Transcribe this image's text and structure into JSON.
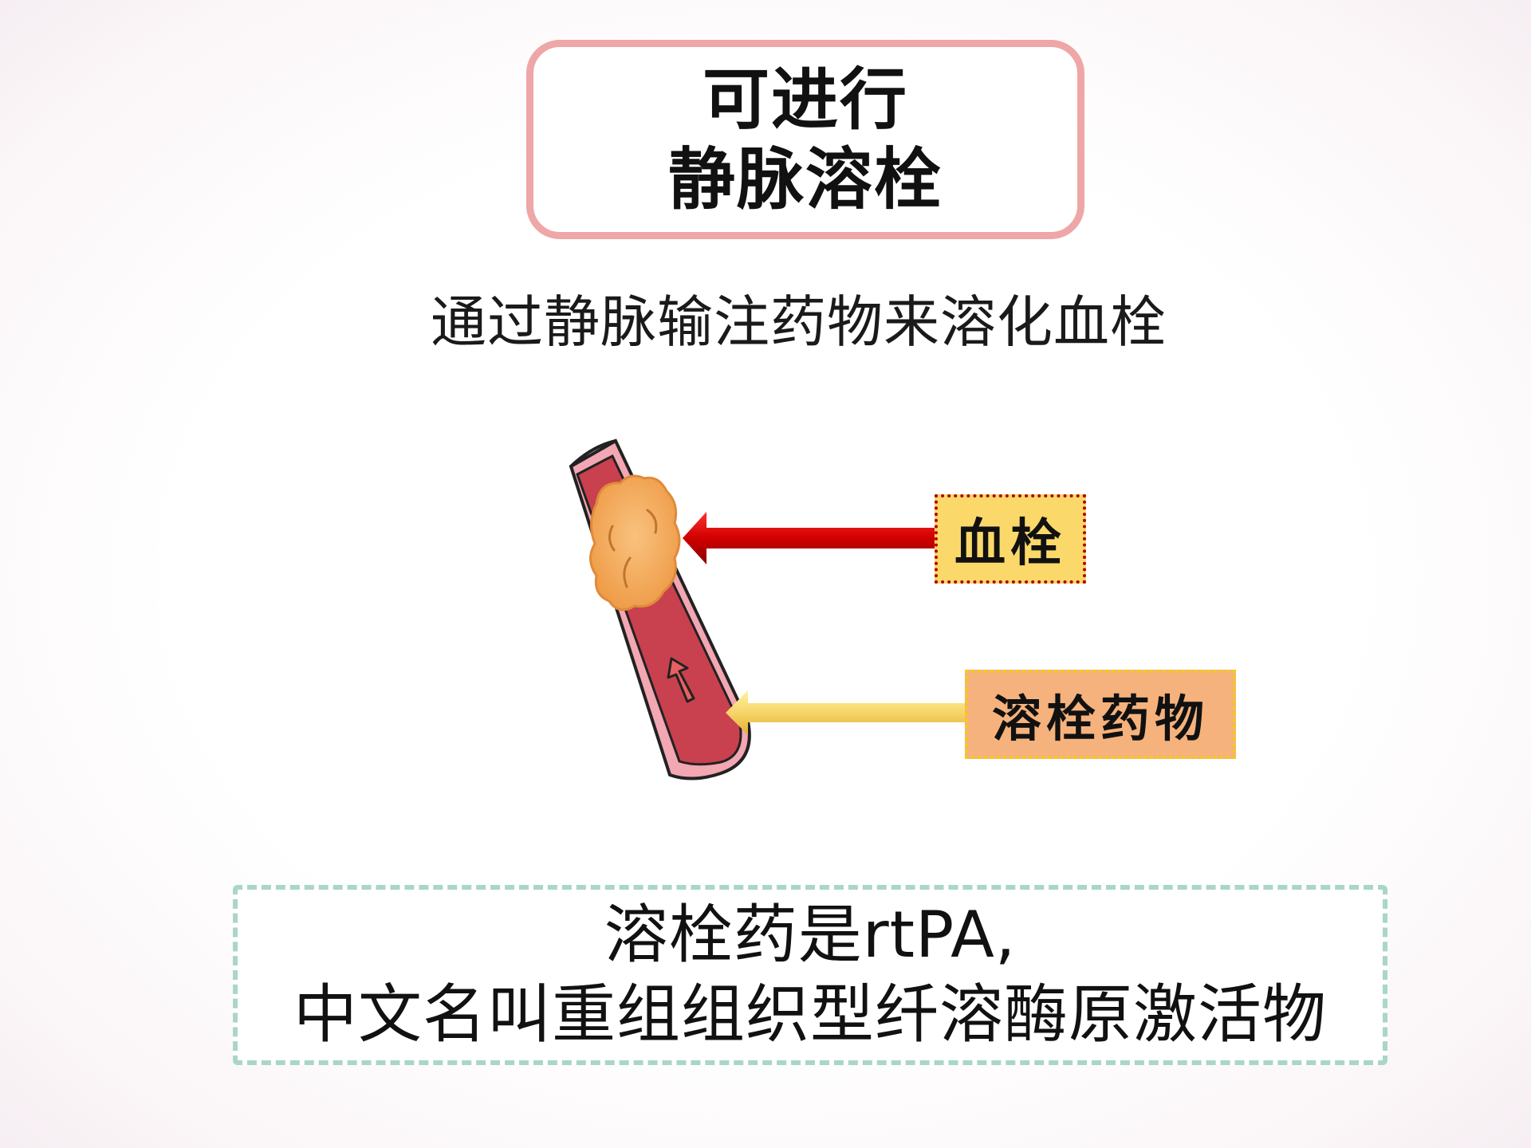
{
  "title": {
    "line1": "可进行",
    "line2": "静脉溶栓"
  },
  "subtitle": "通过静脉输注药物来溶化血栓",
  "labels": {
    "clot": "血栓",
    "drug": "溶栓药物"
  },
  "note": {
    "line1": "溶栓药是rtPA,",
    "line2": "中文名叫重组组织型纤溶酶原激活物"
  },
  "colors": {
    "title_border": "#eea6a6",
    "vessel_wall": "#f2a7b3",
    "vessel_lumen": "#c9404f",
    "clot": "#f6ad5c",
    "clot_arrow": "#cc0000",
    "drug_arrow": "#f7d56a",
    "note_border": "#a9d6c8"
  }
}
